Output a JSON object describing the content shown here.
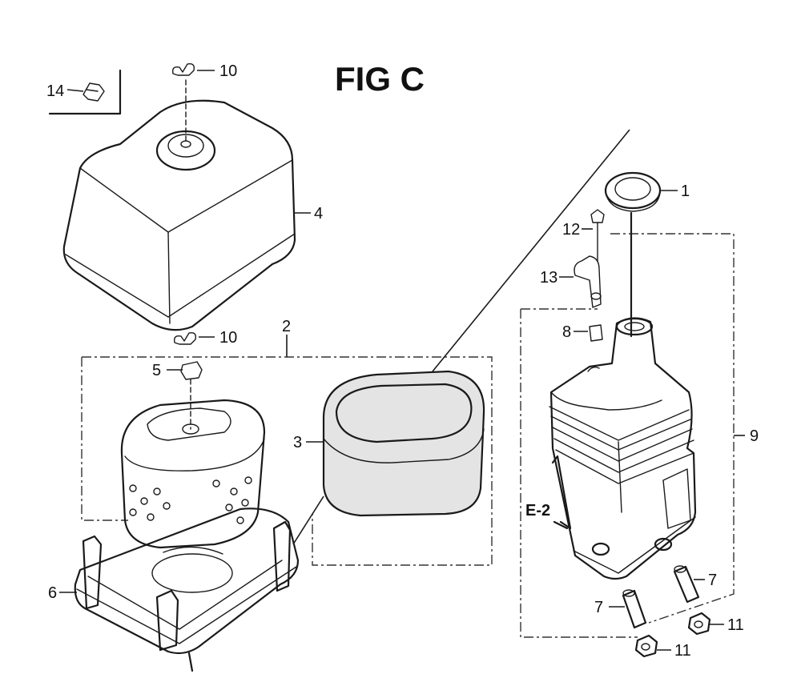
{
  "figure": {
    "title": "FIG C",
    "section_ref": "E-2"
  },
  "callouts": [
    {
      "id": "c14",
      "number": "14"
    },
    {
      "id": "c10a",
      "number": "10"
    },
    {
      "id": "c4",
      "number": "4"
    },
    {
      "id": "c10b",
      "number": "10"
    },
    {
      "id": "c2",
      "number": "2"
    },
    {
      "id": "c5",
      "number": "5"
    },
    {
      "id": "c3",
      "number": "3"
    },
    {
      "id": "c6",
      "number": "6"
    },
    {
      "id": "c1",
      "number": "1"
    },
    {
      "id": "c12",
      "number": "12"
    },
    {
      "id": "c13",
      "number": "13"
    },
    {
      "id": "c8",
      "number": "8"
    },
    {
      "id": "c9",
      "number": "9"
    },
    {
      "id": "c7a",
      "number": "7"
    },
    {
      "id": "c7b",
      "number": "7"
    },
    {
      "id": "c11a",
      "number": "11"
    },
    {
      "id": "c11b",
      "number": "11"
    }
  ]
}
